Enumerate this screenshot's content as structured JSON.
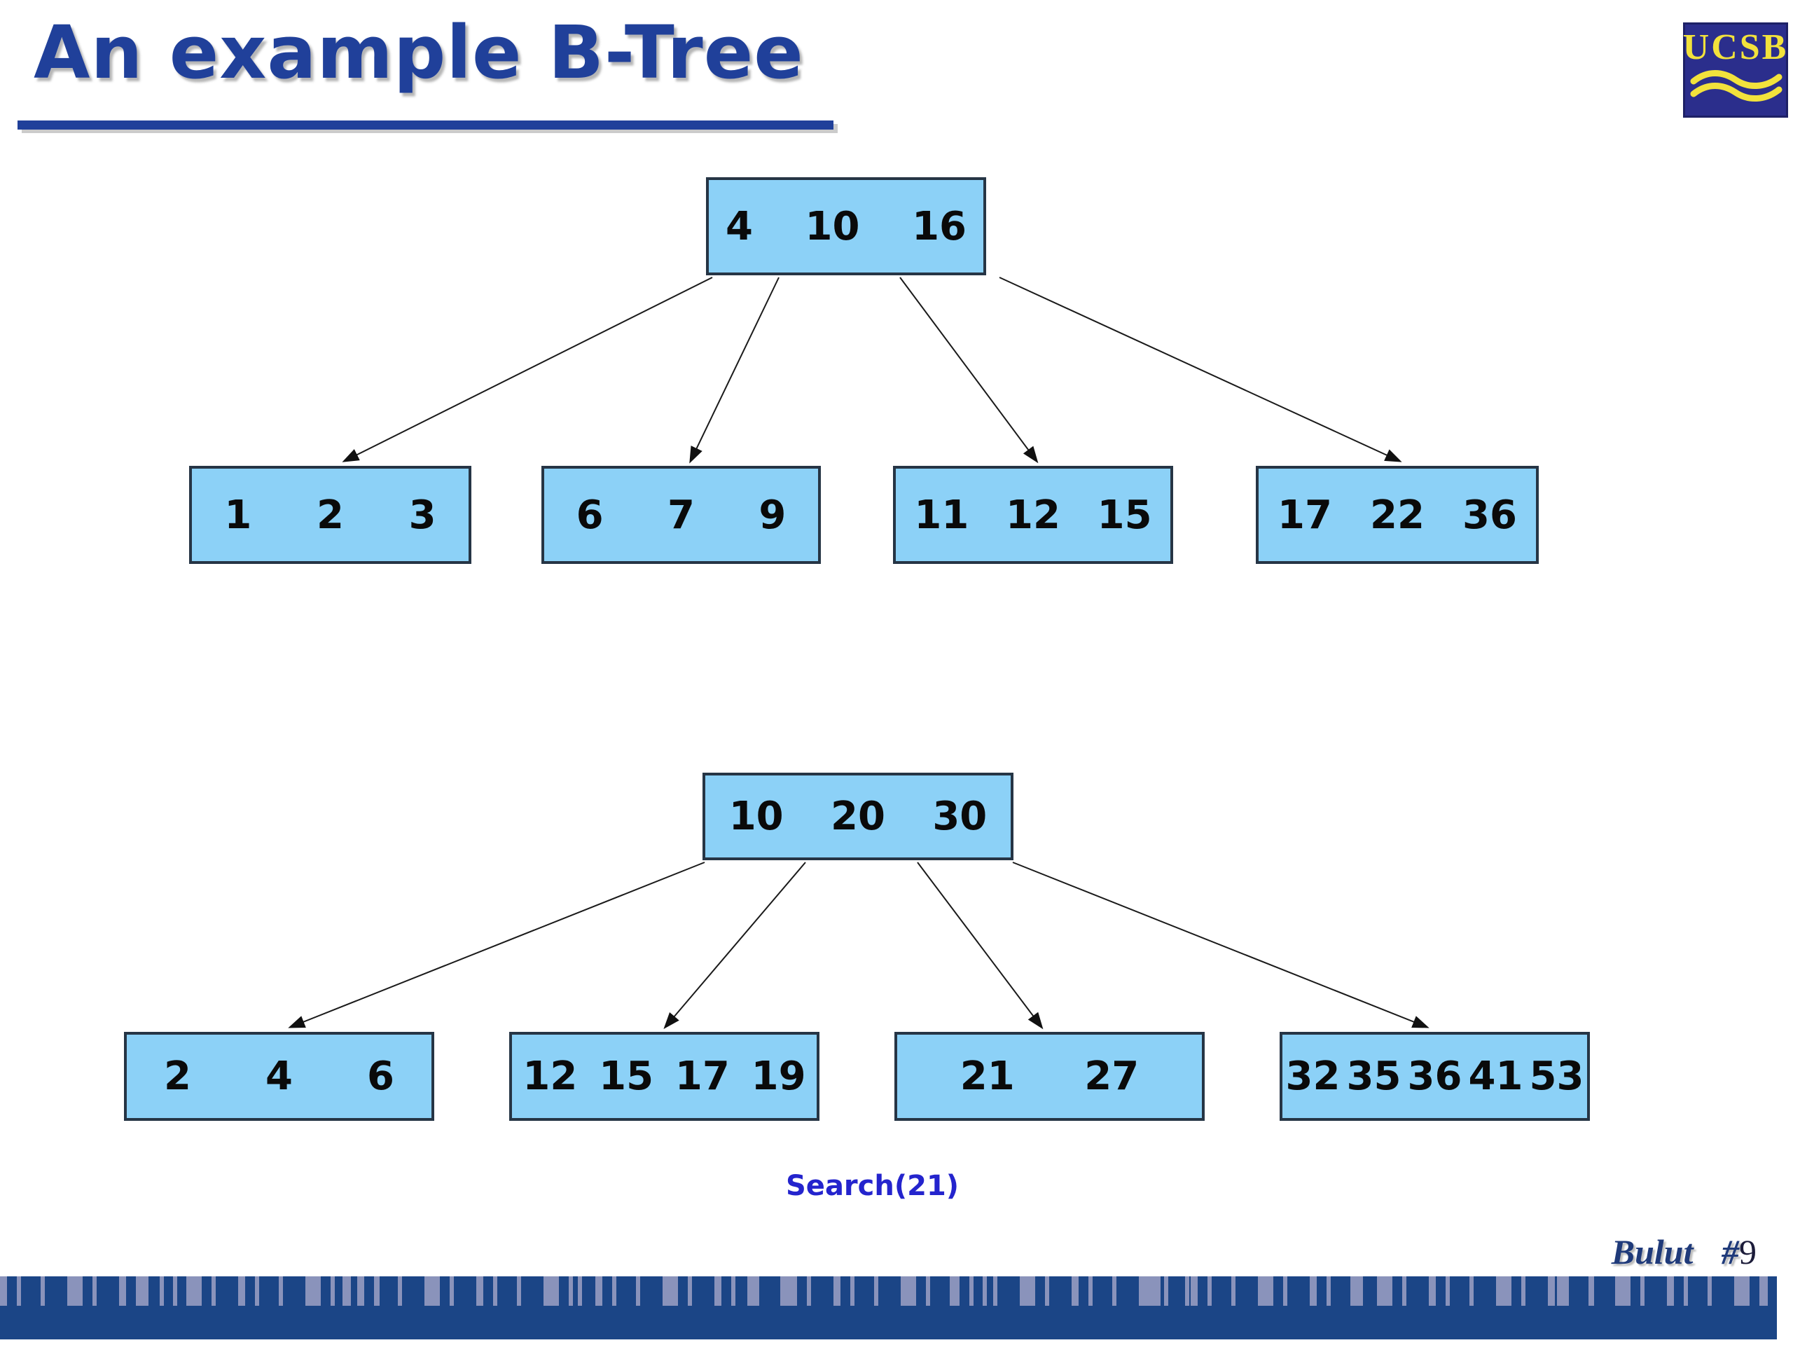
{
  "slide": {
    "title": "An example B-Tree",
    "logo_text": "UCSB",
    "search_label": "Search(21)",
    "footer": {
      "author": "Bulut",
      "page_hash": "#",
      "page_number": "9"
    }
  },
  "trees": [
    {
      "name": "tree-1",
      "root": {
        "keys": [
          "4",
          "10",
          "16"
        ]
      },
      "children": [
        {
          "keys": [
            "1",
            "2",
            "3"
          ]
        },
        {
          "keys": [
            "6",
            "7",
            "9"
          ]
        },
        {
          "keys": [
            "11",
            "12",
            "15"
          ]
        },
        {
          "keys": [
            "17",
            "22",
            "36"
          ]
        }
      ]
    },
    {
      "name": "tree-2",
      "root": {
        "keys": [
          "10",
          "20",
          "30"
        ]
      },
      "children": [
        {
          "keys": [
            "2",
            "4",
            "6"
          ]
        },
        {
          "keys": [
            "12",
            "15",
            "17",
            "19"
          ]
        },
        {
          "keys": [
            "21",
            "27"
          ]
        },
        {
          "keys": [
            "32",
            "35",
            "36",
            "41",
            "53"
          ]
        }
      ]
    }
  ],
  "colors": {
    "title_blue": "#20409A",
    "node_fill": "#8CD1F7",
    "node_border": "#263545",
    "key_black": "#0a0a0a",
    "search_blue": "#2424CD",
    "footer_text_blue": "#1F3A7A",
    "band_navy": "#1B4586",
    "band_bar": "#8A93BB",
    "logo_bg": "#2B2E8C",
    "logo_yellow": "#F2E23C"
  }
}
